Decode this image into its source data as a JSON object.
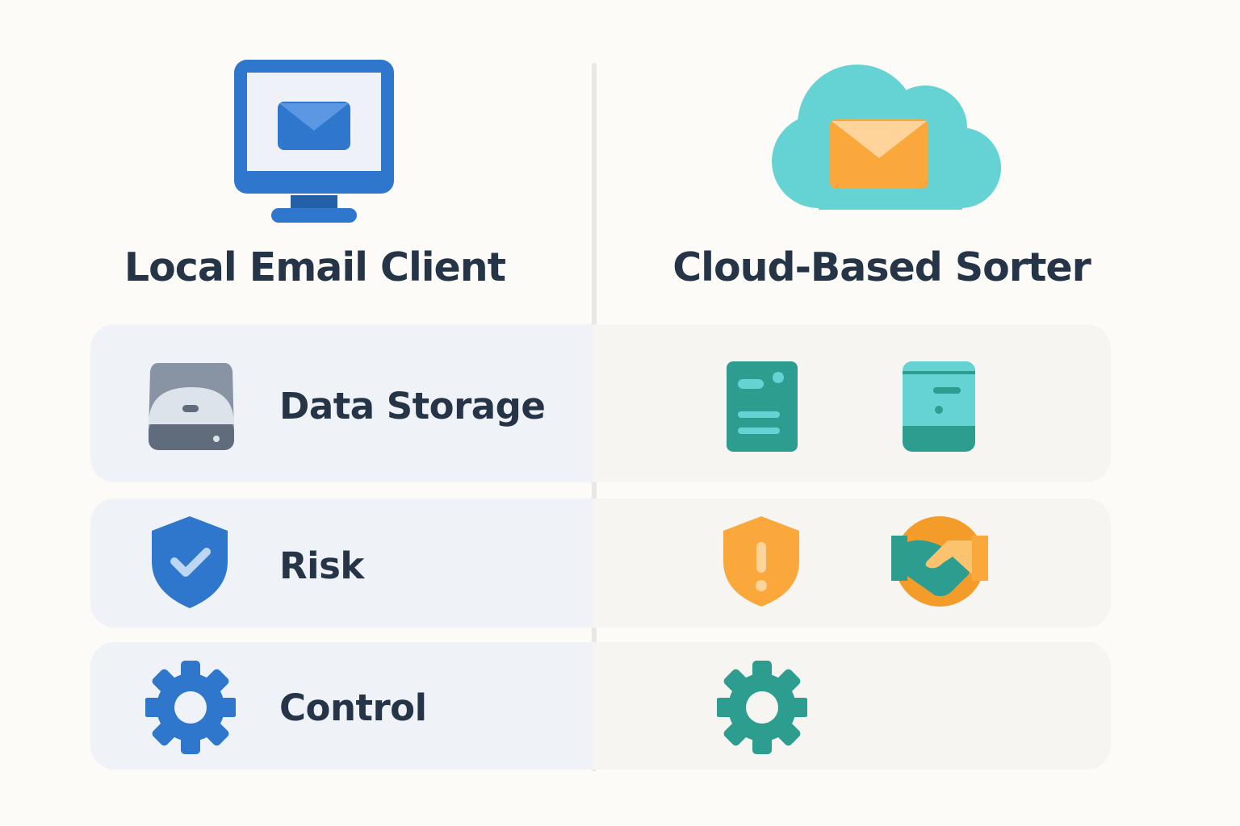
{
  "columns": {
    "local": {
      "title": "Local Email Client",
      "icon": "monitor-mail-icon"
    },
    "cloud": {
      "title": "Cloud-Based Sorter",
      "icon": "cloud-mail-icon"
    }
  },
  "rows": [
    {
      "label": "Data Storage",
      "local_icon": "hard-drive-icon",
      "cloud_icons": [
        "server-document-icon",
        "server-unit-icon"
      ]
    },
    {
      "label": "Risk",
      "local_icon": "shield-check-icon",
      "cloud_icons": [
        "shield-warning-icon",
        "handshake-icon"
      ]
    },
    {
      "label": "Control",
      "local_icon": "gear-icon",
      "cloud_icons": [
        "gear-icon"
      ]
    }
  ],
  "colors": {
    "local_blue": "#2e77cc",
    "cloud_teal": "#2c9d8f",
    "cloud_light": "#65d3d3",
    "warning_orange": "#faa73b",
    "text_dark": "#253447"
  }
}
